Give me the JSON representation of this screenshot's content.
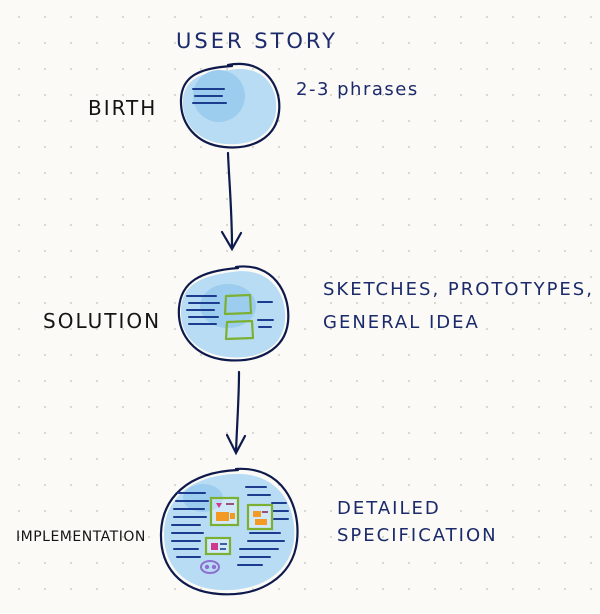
{
  "title": "USER STORY",
  "stages": [
    {
      "name": "BIRTH",
      "notes": [
        "2-3 phrases"
      ]
    },
    {
      "name": "SOLUTION",
      "notes": [
        "SKETCHES, PROTOTYPES,",
        "GENERAL IDEA"
      ]
    },
    {
      "name": "IMPLEMENTATION",
      "notes": [
        "DETAILED",
        "SPECIFICATION"
      ]
    }
  ],
  "colors": {
    "ink_black": "#141414",
    "ink_blue": "#1b2a6b",
    "circle_fill": "#b7dcf3",
    "circle_inner": "#9ccdee",
    "sketch_green": "#7cb032",
    "accent_orange": "#f39a25",
    "accent_magenta": "#d03a8c",
    "accent_purple": "#8d6fd1",
    "paper": "#fbfaf6"
  }
}
